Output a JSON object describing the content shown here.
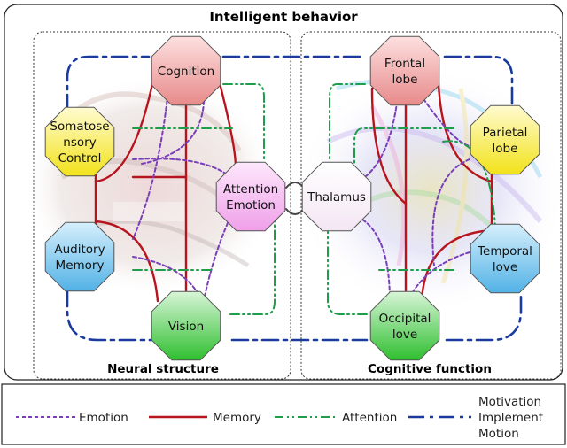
{
  "diagram": {
    "title": "Intelligent behavior",
    "left_panel_label": "Neural structure",
    "right_panel_label": "Cognitive function"
  },
  "nodes": {
    "cognition": {
      "line1": "Cognition",
      "line2": "",
      "color": "#f4a8a8"
    },
    "somatosensory": {
      "line1": "Somatose",
      "line2": "nsory",
      "line3": "Control",
      "color": "#fbf05a"
    },
    "attention_emotion": {
      "line1": "Attention",
      "line2": "Emotion",
      "color": "#f5b8f2"
    },
    "auditory": {
      "line1": "Auditory",
      "line2": "Memory",
      "color": "#7ec6ee"
    },
    "vision": {
      "line1": "Vision",
      "line2": "",
      "color": "#5fd25f"
    },
    "frontal": {
      "line1": "Frontal",
      "line2": "lobe",
      "color": "#f4a8a8"
    },
    "parietal": {
      "line1": "Parietal",
      "line2": "lobe",
      "color": "#fbf05a"
    },
    "thalamus": {
      "line1": "Thalamus",
      "line2": "",
      "color": "#f5b8f2"
    },
    "temporal": {
      "line1": "Temporal",
      "line2": "love",
      "color": "#7ec6ee"
    },
    "occipital": {
      "line1": "Occipital",
      "line2": "love",
      "color": "#5fd25f"
    }
  },
  "legend": {
    "emotion": {
      "label": "Emotion",
      "color": "#7a3fb8"
    },
    "memory": {
      "label": "Memory",
      "color": "#b8141e"
    },
    "attention": {
      "label": "Attention",
      "color": "#1e9e4a"
    },
    "motion": {
      "line1": "Motivation",
      "line2": "Implement",
      "line3": "Motion",
      "color": "#1a3a9e"
    }
  }
}
